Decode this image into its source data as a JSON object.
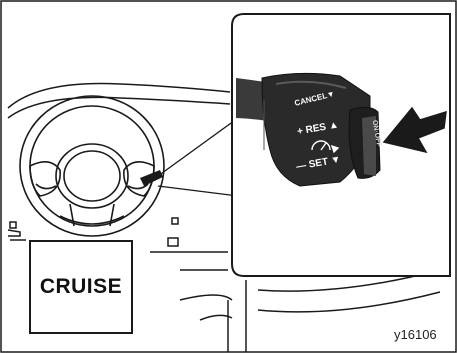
{
  "indicator": {
    "label": "CRUISE"
  },
  "figure": {
    "id": "y16106"
  },
  "lever": {
    "res_label": "+ RES ▲",
    "set_label": "— SET ▼",
    "cancel_label": "CANCEL▼",
    "onoff_label": "ON·OFF"
  },
  "colors": {
    "line": "#1a1a1a",
    "lever_body": "#2a2a2a",
    "background": "#ffffff",
    "shade": "#bdbdbd"
  },
  "icons": {
    "arrow": "push-arrow-icon",
    "cruise_symbol": "cruise-speedometer-icon"
  }
}
